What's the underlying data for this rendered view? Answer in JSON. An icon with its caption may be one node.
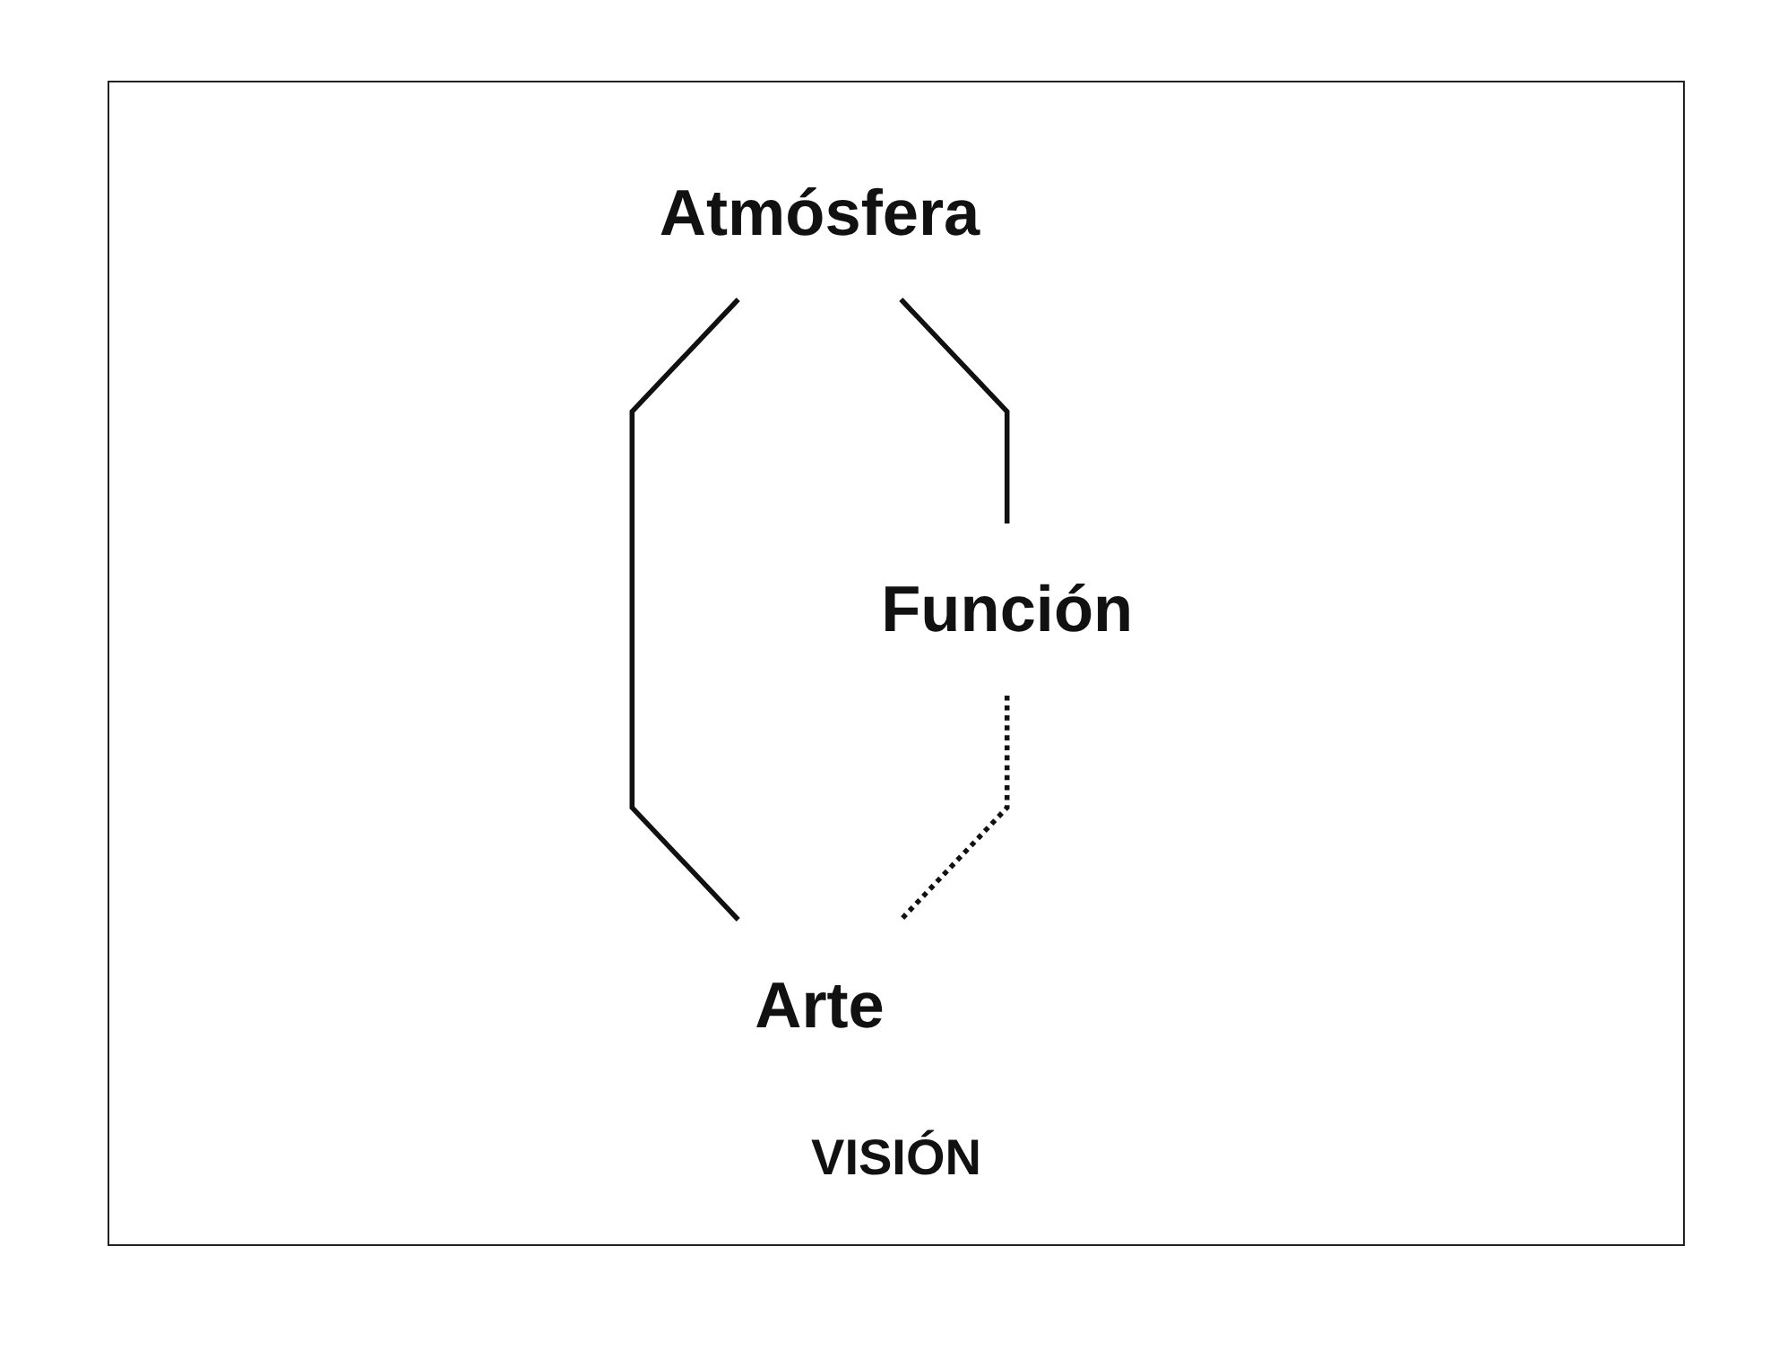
{
  "diagram": {
    "nodes": [
      {
        "text": [
          "Atmósfera"
        ]
      },
      {
        "text": [
          "Función"
        ]
      },
      {
        "text": [
          "Arte"
        ]
      }
    ],
    "edges": [
      {
        "from": 0,
        "to": 1,
        "arrow": "none"
      },
      {
        "from": 0,
        "to": 2,
        "arrow": "none"
      },
      {
        "from": 1,
        "to": 2,
        "arrow": "none",
        "style": "dashed"
      }
    ],
    "labels": [
      "VISIÓN"
    ]
  }
}
